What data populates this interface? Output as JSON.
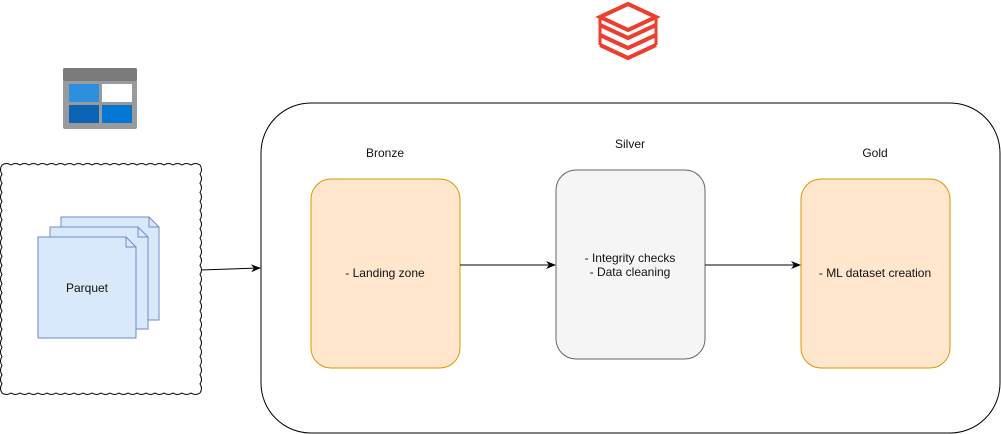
{
  "diagram": {
    "source": {
      "label": "Parquet"
    },
    "stages": [
      {
        "title": "Bronze",
        "lines": [
          "- Landing zone"
        ]
      },
      {
        "title": "Silver",
        "lines": [
          "- Integrity checks",
          "- Data cleaning"
        ]
      },
      {
        "title": "Gold",
        "lines": [
          "- ML dataset creation"
        ]
      }
    ],
    "colors": {
      "bronze_fill": "#ffe6cc",
      "bronze_stroke": "#d79b00",
      "silver_fill": "#f5f5f5",
      "silver_stroke": "#666666",
      "gold_fill": "#ffe6cc",
      "gold_stroke": "#d79b00",
      "parquet_fill": "#dae8fc",
      "parquet_stroke": "#6c8ebf",
      "databricks_red": "#ee3d2c",
      "azure_blue": "#0078d4",
      "azure_frame": "#8a8a8a"
    },
    "icons": {
      "databricks": "databricks-logo-icon",
      "storage": "azure-storage-icon"
    }
  }
}
